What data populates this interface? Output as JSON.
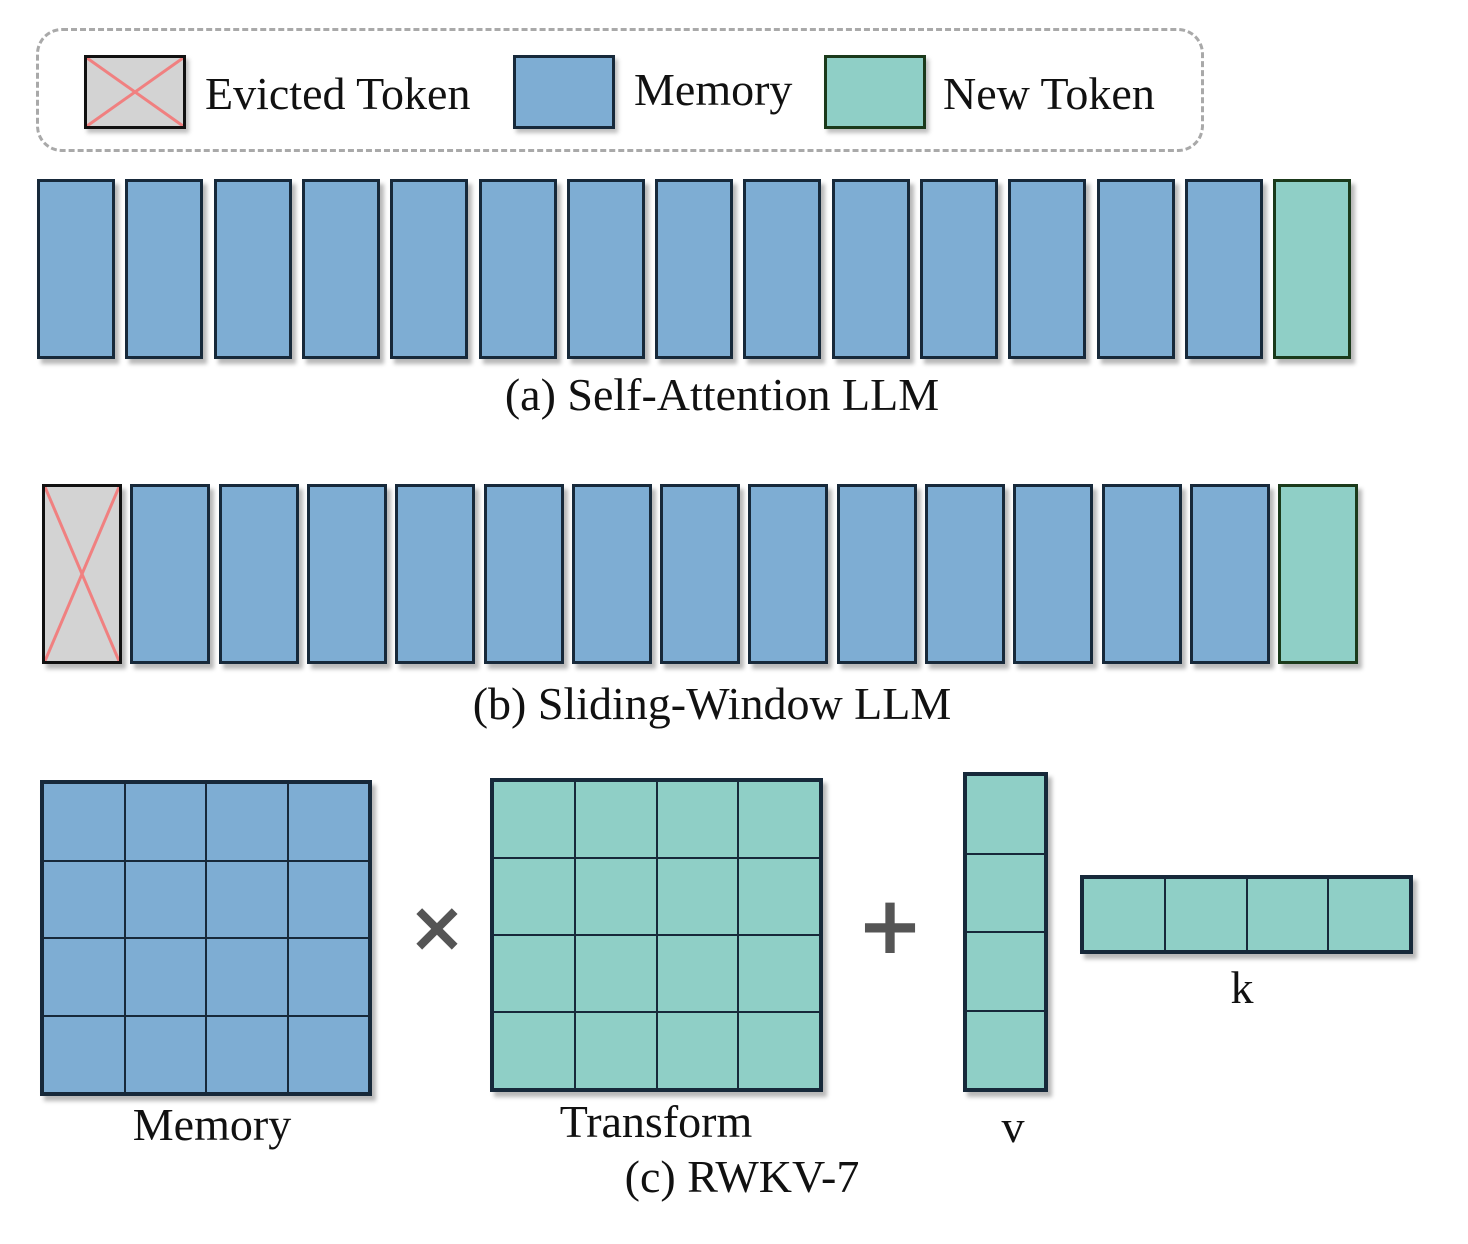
{
  "legend": {
    "evicted_label": "Evicted Token",
    "memory_label": "Memory",
    "new_label": "New Token"
  },
  "panel_a": {
    "caption": "(a) Self-Attention LLM",
    "memory_tokens": 14,
    "new_tokens": 1
  },
  "panel_b": {
    "caption": "(b) Sliding-Window LLM",
    "evicted_tokens": 1,
    "memory_tokens": 13,
    "new_tokens": 1
  },
  "panel_c": {
    "caption": "(c) RWKV-7",
    "memory_label": "Memory",
    "transform_label": "Transform",
    "v_label": "v",
    "k_label": "k",
    "times_symbol": "×",
    "plus_symbol": "+",
    "memory_grid": [
      4,
      4
    ],
    "transform_grid": [
      4,
      4
    ],
    "v_cells": 4,
    "k_cells": 4
  },
  "colors": {
    "memory": "#7eadd3",
    "new_token": "#8fcfc6",
    "evicted": "#d3d3d3",
    "evicted_cross": "#f08080",
    "border": "#17293a",
    "legend_dash": "#a9a9a9"
  }
}
